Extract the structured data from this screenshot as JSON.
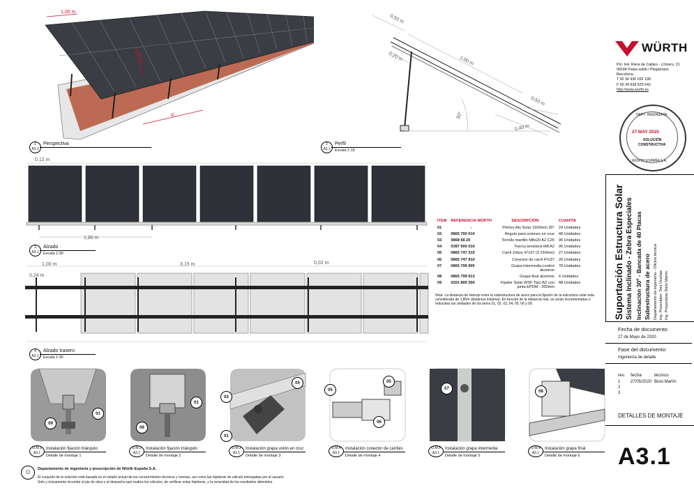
{
  "views": {
    "perspective": {
      "num": "1",
      "sheet": "A3.1",
      "title": "Perspectiva",
      "dim_w": "1,00 m",
      "dim_l": "1,90 m",
      "dim_d": "d"
    },
    "profile": {
      "num": "2",
      "sheet": "A3.1",
      "title": "Perfil",
      "scale": "Escala 1:15",
      "d1": "0,50 m",
      "d2": "0,20 m",
      "d3": "1,00 m",
      "d4": "0,50 m",
      "d5": "0,40 m",
      "angle": "30°"
    },
    "elevation": {
      "num": "3",
      "sheet": "A3.1",
      "title": "Alzado",
      "scale": "Escala 1:30",
      "d1": "0,12 m",
      "d2": "1,80 m"
    },
    "rear": {
      "num": "4",
      "sheet": "A3.1",
      "title": "Alzado trasero",
      "scale": "Escala 1:30",
      "d1": "1,00 m",
      "d2": "0,24 m",
      "d3": "3,15 m",
      "d4": "0,02 m"
    }
  },
  "bom": {
    "headers": [
      "ITEM",
      "REFERENCIA WÜRTH",
      "DESCRIPCIÓN",
      "CUANTÍA"
    ],
    "rows": [
      {
        "item": "01",
        "ref": "-",
        "desc": "Pórtico Alu Solar 1600mm 30°",
        "qty": "24 Unidades"
      },
      {
        "item": "02",
        "ref": "0865 700 010",
        "desc": "Ángulo para uniones en cruz",
        "qty": "48 Unidades"
      },
      {
        "item": "03",
        "ref": "0868 68 20",
        "desc": "Tornillo martillo M8x20 A2 C26",
        "qty": "96 Unidades"
      },
      {
        "item": "04",
        "ref": "0387 000 010",
        "desc": "Tuerca tensilock M8 A2",
        "qty": "96 Unidades"
      },
      {
        "item": "05",
        "ref": "0865 747 315",
        "desc": "Carril Zebra 47x37 (3.150mm)",
        "qty": "27 Unidades"
      },
      {
        "item": "06",
        "ref": "0865 747 910",
        "desc": "Conector de carril 47x37",
        "qty": "26 Unidades"
      },
      {
        "item": "07",
        "ref": "0865 799 905",
        "desc": "Grapa intermedia confort aluminio",
        "qty": "78 Unidades"
      },
      {
        "item": "08",
        "ref": "0865 799 913",
        "desc": "Grapa final aluminio",
        "qty": "4 Unidades"
      },
      {
        "item": "09",
        "ref": "0201 800 200",
        "desc": "Fijador Solar WSF Tipo BZ con junta EPDM - 200mm",
        "qty": "48 Unidades"
      }
    ],
    "note": "Nota: La distancia de intereje entre la subestructura de acero para la fijación de la estructura solar esta considerado de 1,80m (distancia máxima). En función de la distancia real, se verán incrementadas o reducidas las unidades de los items 01, 02, 03, 04, 05, 06 y 09."
  },
  "details": [
    {
      "num": "D.M.1",
      "sheet": "A3.1",
      "title": "Instalación fijación triángulo",
      "sub": "Detalle de montaje 1",
      "c1": "09",
      "c2": "01"
    },
    {
      "num": "D.M.2",
      "sheet": "A3.1",
      "title": "Instalación fijación triángulo",
      "sub": "Detalle de montaje 2",
      "c1": "09",
      "c2": "01"
    },
    {
      "num": "D.M.3",
      "sheet": "A3.1",
      "title": "Instalación grapa unión en cruz",
      "sub": "Detalle de montaje 3",
      "c1": "02",
      "c2": "05",
      "c3": "01"
    },
    {
      "num": "D.M.4",
      "sheet": "A3.1",
      "title": "Instalación conector de carriles",
      "sub": "Detalle de montaje 4",
      "c1": "05",
      "c2": "05",
      "c3": "06"
    },
    {
      "num": "D.M.5",
      "sheet": "A3.1",
      "title": "Instalación grapa intermedia",
      "sub": "Detalle de montaje 5",
      "c1": "07"
    },
    {
      "num": "D.M.6",
      "sheet": "A3.1",
      "title": "Instalación grapa final",
      "sub": "Detalle de montaje 6",
      "c1": "08"
    }
  ],
  "footer": {
    "dept": "Departamento de ingeniería y prescripción de Würth España S.A.",
    "disclaimer1": "El conjunto de la solución está basada en el estado actual de los conocimientos técnicos y normas, así como las hipótesis de cálculo entregadas por el usuario.",
    "disclaimer2": "Solo y únicamente incumbe al pie de obra o al despacho que realiza los cálculos, de verificar estas hipótesis, y la veracidad de los resultados obtenidos."
  },
  "company": {
    "logo": "WÜRTH",
    "addr1": "Pol. Ind. Riera de Caldes - c/Joiers, 21",
    "addr2": "08184 Palau-solità i Plegamans",
    "addr3": "Barcelona",
    "tel": "T 00 34 936 033 198",
    "fax": "F 00 34 938 629 542",
    "web": "http://www.wurth.es"
  },
  "stamp": {
    "top": "DEPT. INGENIERÍA",
    "date": "27 MAY 2020",
    "line1": "SOLUCIÓN",
    "line2": "CONSTRUCTIVA",
    "bottom": "WÜRTH ESPAÑA S.A."
  },
  "project": {
    "title": "Suportación Estructura Solar",
    "sub1": "Sistema Inclinado - Zebra Especiales",
    "sub2": "Inclinación 30º - Bancada de 40 Placas",
    "sub3": "Subestructura de acero",
    "dept": "Departamento de ingeniería - Oficina técnica",
    "presc": "Ing. Prescriptor: Toni Huertas",
    "proj": "Ing. Proyectista: Biosi Martín"
  },
  "doc": {
    "date_label": "Fecha de documento:",
    "date": "27 de Mayo de 2020",
    "phase_label": "Fase del documento:",
    "phase": "Ingeniería de detalle",
    "rev_headers": [
      "rev.",
      "fecha",
      "técnico"
    ],
    "revs": [
      {
        "rev": "1",
        "date": "27/05/2020",
        "tech": "Biosi Martín"
      },
      {
        "rev": "2",
        "date": "",
        "tech": ""
      },
      {
        "rev": "3",
        "date": "",
        "tech": ""
      }
    ],
    "sheet_title": "DETALLES DE MONTAJE",
    "sheet_code": "A3.1"
  },
  "colors": {
    "brand": "#c8102e",
    "panel": "#2e3138",
    "steel": "#b5533a"
  }
}
